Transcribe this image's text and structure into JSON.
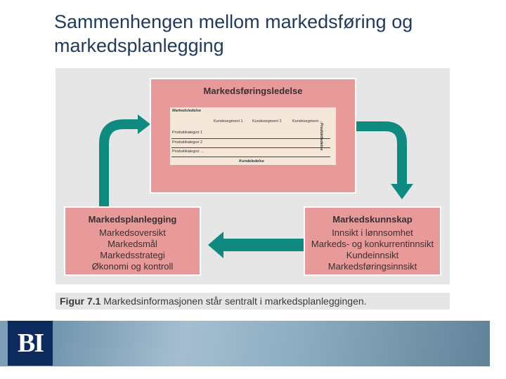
{
  "slide": {
    "title": "Sammenhengen mellom markedsføring og markedsplanlegging"
  },
  "diagram": {
    "top_box": {
      "title": "Markedsføringsledelse",
      "matrix": {
        "header": "Markedsledelse",
        "columns": [
          "Kundesegment 1",
          "Kundesegment 2",
          "Kundesegment ..."
        ],
        "rows": [
          "Produktkategori 1",
          "Produktkategori 2",
          "Produktkategori ..."
        ],
        "side_label": "Produktledelse",
        "bottom_label": "Kundeledelse"
      }
    },
    "left_box": {
      "title": "Markedsplanlegging",
      "lines": [
        "Markedsoversikt",
        "Markedsmål",
        "Markedsstrategi",
        "Økonomi og kontroll"
      ]
    },
    "right_box": {
      "title": "Markedskunnskap",
      "lines": [
        "Innsikt i lønnsomhet",
        "Markeds- og konkurrentinnsikt",
        "Kundeinnsikt",
        "Markedsføringsinnsikt"
      ]
    },
    "caption_label": "Figur 7.1",
    "caption_text": "Markedsinformasjonen står sentralt i markedsplanleggingen."
  },
  "footer": {
    "logo_text": "BI"
  },
  "colors": {
    "box_fill": "#e89a9a",
    "arrow": "#0f8a80",
    "title_text": "#1f3a5a",
    "logo_bg": "#0c2a5c"
  }
}
